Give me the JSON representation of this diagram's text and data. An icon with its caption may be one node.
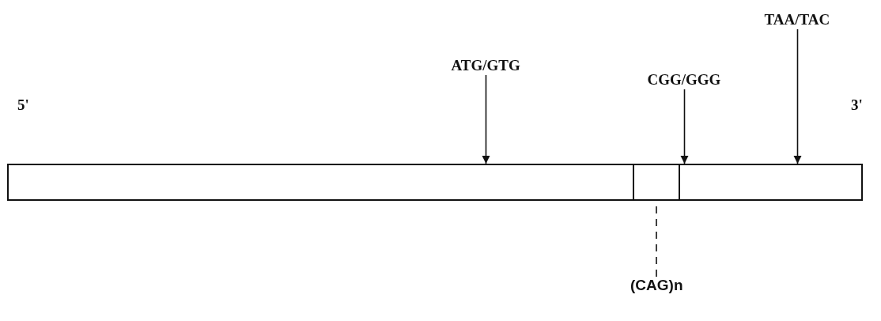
{
  "diagram": {
    "nodes": [
      {
        "text": [
          "ATG/GTG"
        ]
      },
      {
        "text": [
          "CGG/GGG"
        ]
      },
      {
        "text": [
          "TAA/TAC"
        ]
      },
      {
        "text": [
          "(CAG)n"
        ]
      },
      {
        "text": [],
        "shape": "bar"
      },
      {
        "text": [],
        "shape": "box"
      },
      {
        "text": [],
        "shape": "bar"
      }
    ],
    "edges": [
      {
        "from": 0,
        "to": 4,
        "arrow": "to"
      },
      {
        "from": 1,
        "to": 6,
        "arrow": "to"
      },
      {
        "from": 2,
        "to": 6,
        "arrow": "to"
      },
      {
        "from": 3,
        "to": 5,
        "arrow": "none",
        "style": "dashed"
      }
    ],
    "labels": [
      "5'",
      "3'"
    ]
  }
}
